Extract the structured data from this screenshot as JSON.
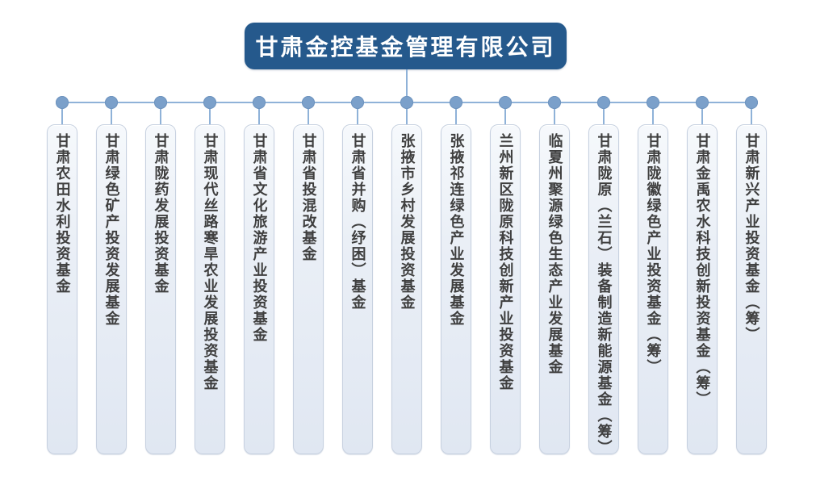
{
  "root": {
    "title": "甘肃金控基金管理有限公司"
  },
  "funds": [
    {
      "name": "甘肃农田水利投资基金"
    },
    {
      "name": "甘肃绿色矿产投资发展基金"
    },
    {
      "name": "甘肃陇药发展投资基金"
    },
    {
      "name": "甘肃现代丝路寒旱农业发展投资基金"
    },
    {
      "name": "甘肃省文化旅游产业投资基金"
    },
    {
      "name": "甘肃省投混改基金"
    },
    {
      "name": "甘肃省并购（纾困）基金"
    },
    {
      "name": "张掖市乡村发展投资基金"
    },
    {
      "name": "张掖祁连绿色产业发展基金"
    },
    {
      "name": "兰州新区陇原科技创新产业投资基金"
    },
    {
      "name": "临夏州聚源绿色生态产业发展基金"
    },
    {
      "name": "甘肃陇原（兰石）装备制造新能源基金（筹）"
    },
    {
      "name": "甘肃陇徽绿色产业投资基金（筹）"
    },
    {
      "name": "甘肃金禹农水科技创新投资基金（筹）"
    },
    {
      "name": "甘肃新兴产业投资基金（筹）"
    }
  ],
  "colors": {
    "root_box_bg": "#25598C",
    "root_text": "#FFFFFF",
    "connector_line": "#8FB2D8",
    "connector_dot": "#7BA0CA",
    "fund_box_border": "#C7D1E0",
    "fund_box_fill_top": "#F6F9FC",
    "fund_box_fill_bottom": "#E0E7F2",
    "fund_text": "#3F3F3F",
    "background": "#FFFFFF"
  }
}
